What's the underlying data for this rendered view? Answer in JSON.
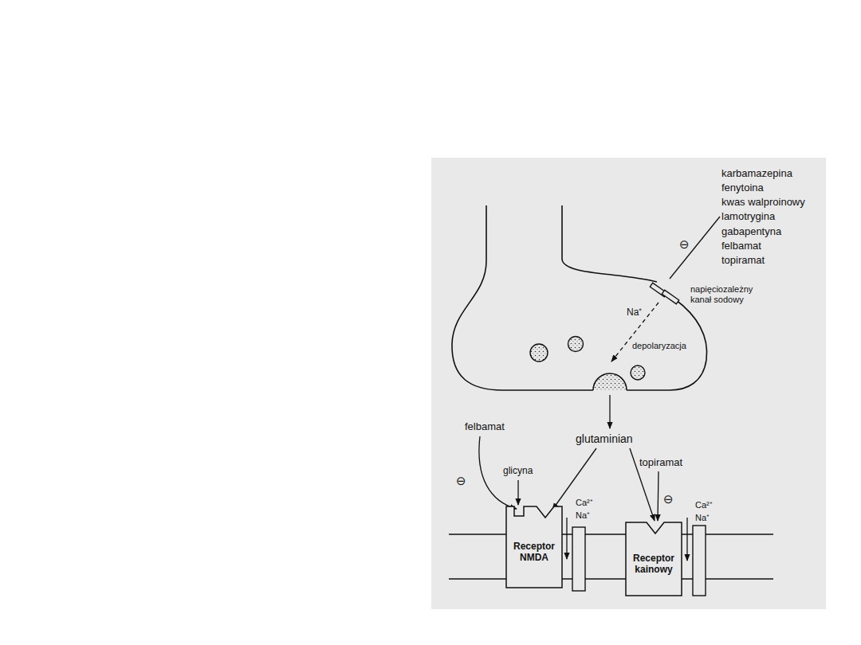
{
  "diagram": {
    "nodes": [
      {
        "text": [
          "Receptor NMDA"
        ]
      },
      {
        "text": [
          "Receptor kainowy"
        ]
      }
    ],
    "labels": [
      "⊖",
      "karbamazepina",
      "fenytoina",
      "kwas walproinowy",
      "lamotrygina",
      "gabapentyna",
      "felbamat",
      "topiramat",
      "napięciozależny kanał sodowy",
      "Na⁺",
      "depolaryzacja",
      "felbamat",
      "glutaminian",
      "glicyna",
      "⊖",
      "topiramat",
      "⊖",
      "Ca²⁺",
      "Na⁺",
      "Ca²⁺",
      "Na⁺"
    ]
  }
}
